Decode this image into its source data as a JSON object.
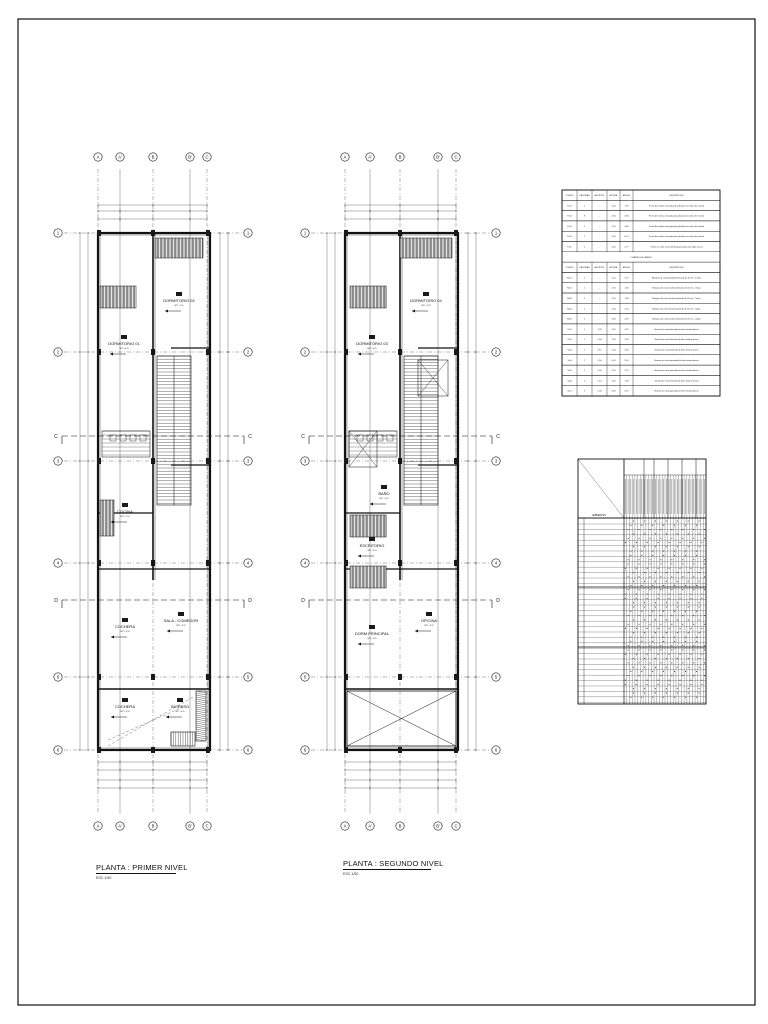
{
  "plans": [
    {
      "title": "PLANTA : PRIMER NIVEL",
      "scale": "ESC.1/50",
      "rooms": [
        "DORMITORIO 02",
        "DORMITORIO 01",
        "COCINA",
        "SALA - COMEDOR",
        "COCHERA",
        "COCHERA",
        "INGRESO"
      ]
    },
    {
      "title": "PLANTA : SEGUNDO NIVEL",
      "scale": "ESC.1/50",
      "rooms": [
        "DORMITORIO 04",
        "DORMITORIO 03",
        "BAÑO",
        "ESCRITORIO",
        "OFICINA",
        "DORM PRINCIPAL"
      ]
    }
  ],
  "axes": {
    "vertical": [
      "A",
      "A'",
      "B",
      "B'",
      "C"
    ],
    "horizontal": [
      "1",
      "2",
      "3",
      "4",
      "5",
      "6"
    ],
    "cuts": [
      "C",
      "D"
    ]
  },
  "cuadro_puertas": {
    "headers": [
      "CODIGO",
      "CANTIDAD",
      "ALTOPISO",
      "ALTURA",
      "ANCHO",
      "DESCRIPCION"
    ],
    "rows": [
      [
        "P-01",
        "1",
        "-",
        "2.40",
        "1.00",
        "Puerta de madera contraplacada y tiburada en cedro color natural"
      ],
      [
        "P-02",
        "8",
        "-",
        "2.40",
        "0.80",
        "Puerta de madera contraplacada y tiburada en cedro color natural"
      ],
      [
        "P-03",
        "1",
        "-",
        "2.40",
        "0.80",
        "Puerta de madera contraplacada y tiburada en cedro color natural"
      ],
      [
        "P-04",
        "1",
        "-",
        "2.40",
        "0.70",
        "Puerta de madera contraplacada y tiburada en cedro color natural"
      ],
      [
        "P-05",
        "1",
        "-",
        "2.40",
        "2.77",
        "Portón en cedro natural laminado y pintado color tabla natural"
      ]
    ]
  },
  "cuadro_vanos": {
    "title": "CUADRO DE VANOS",
    "headers": [
      "CODIGO",
      "CANTIDAD",
      "ALTOPISO",
      "ALTURA",
      "ANCHO",
      "DESCRIPCION"
    ],
    "rows": [
      [
        "M-01",
        "1",
        "-",
        "2.40",
        "2.70",
        "Mampara de cristal templado laminado de 10 mm - 2 hojas"
      ],
      [
        "M-02",
        "1",
        "-",
        "2.40",
        "1.60",
        "Mampara de cristal incoloro laminado de 10 mm - 2 hojas"
      ],
      [
        "M-03",
        "1",
        "-",
        "2.40",
        "1.48",
        "Mampara de cristal incoloro laminado de 10 mm - 2 hojas"
      ],
      [
        "M-04",
        "1",
        "-",
        "2.40",
        "2.20",
        "Mampara de cristal incoloro laminado de 10 mm - 2 hojas"
      ],
      [
        "M-05",
        "1",
        "-",
        "2.40",
        "2.65",
        "Mampara de cristal incoloro laminado de 10 mm - 2 hojas"
      ],
      [
        "V-01",
        "1",
        "1.00",
        "1.40",
        "2.87",
        "Ventana de cristal pavonado de 6mm sistema directo"
      ],
      [
        "V-02",
        "1",
        "1.00",
        "1.50",
        "2.00",
        "Ventana de cristal laminado de 6mm sistema directo"
      ],
      [
        "V-03",
        "1",
        "1.10",
        "1.30",
        "4.90",
        "Ventana de cristal laminado de 6mm sistema directo"
      ],
      [
        "V-04",
        "1",
        "1.50",
        "0.90",
        "3.10",
        "Ventana de cristal pavonado de 6mm sistema directo"
      ],
      [
        "V-05",
        "1",
        "1.00",
        "1.50",
        "2.70",
        "Ventana de cristal pavonado de 6mm sistema directo"
      ],
      [
        "V-06",
        "2",
        "1.10",
        "1.30",
        "1.48",
        "Ventana de cristal laminado de 6mm sistema directo"
      ],
      [
        "V-07",
        "2",
        "2.00",
        "0.60",
        "0.70",
        "Ventana de cristal pavonado de 6mm sistema directo"
      ]
    ]
  },
  "cuadro_acabados": {
    "row_header": "AMBIENTES"
  },
  "colors": {
    "ink": "#111111",
    "wall": "#1a1a1a",
    "grid": "#222222",
    "hatch": "#333333"
  }
}
